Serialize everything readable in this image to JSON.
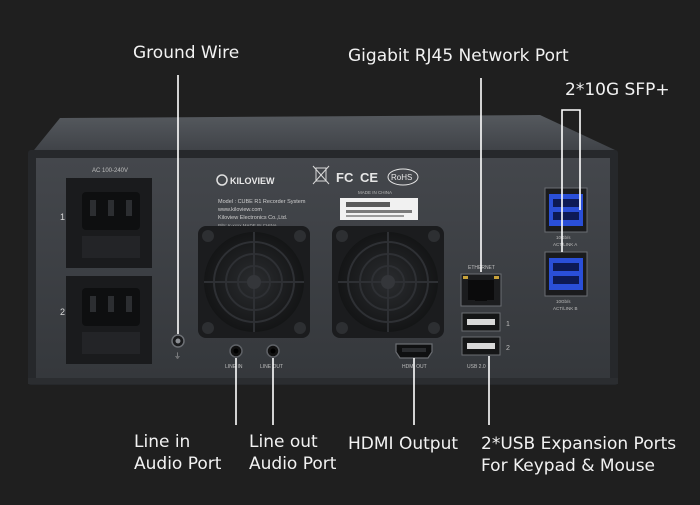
{
  "callouts": {
    "ground_wire": "Ground Wire",
    "rj45": "Gigabit RJ45 Network Port",
    "sfp": "2*10G SFP+",
    "line_in_1": "Line in",
    "line_in_2": "Audio Port",
    "line_out_1": "Line out",
    "line_out_2": "Audio Port",
    "hdmi": "HDMI Output",
    "usb_1": "2*USB Expansion Ports",
    "usb_2": "For Keypad & Mouse"
  },
  "panel": {
    "power_label": "AC 100-240V",
    "slot_1": "1",
    "slot_2": "2",
    "brand": "KILOVIEW",
    "model_line1": "Model : CUBE R1 Recorder System",
    "model_line2": "www.kiloview.com",
    "model_line3": "Kiloview Electronics Co.,Ltd.",
    "model_line4": "P/N: K-xxxx  MADE IN CHINA",
    "fc": "FC",
    "ce": "CE",
    "rohs": "RoHS",
    "made_in": "MADE IN CHINA",
    "ethernet": "ETHERNET",
    "usb_label": "USB 2.0",
    "usb_1": "1",
    "usb_2": "2",
    "hdmi_out": "HDMI OUT",
    "line_in": "LINE IN",
    "line_out": "LINE OUT",
    "sfp_a1": "10Gb/s",
    "sfp_a2": "ACT/LINK A",
    "sfp_b1": "10Gb/s",
    "sfp_b2": "ACT/LINK B"
  },
  "colors": {
    "background": "#1f1f1f",
    "panel": "#3c3f43",
    "chassis_top": "#4a4d52",
    "sfp_blue": "#2a4fd8",
    "callout_text": "#f2f2f2"
  }
}
